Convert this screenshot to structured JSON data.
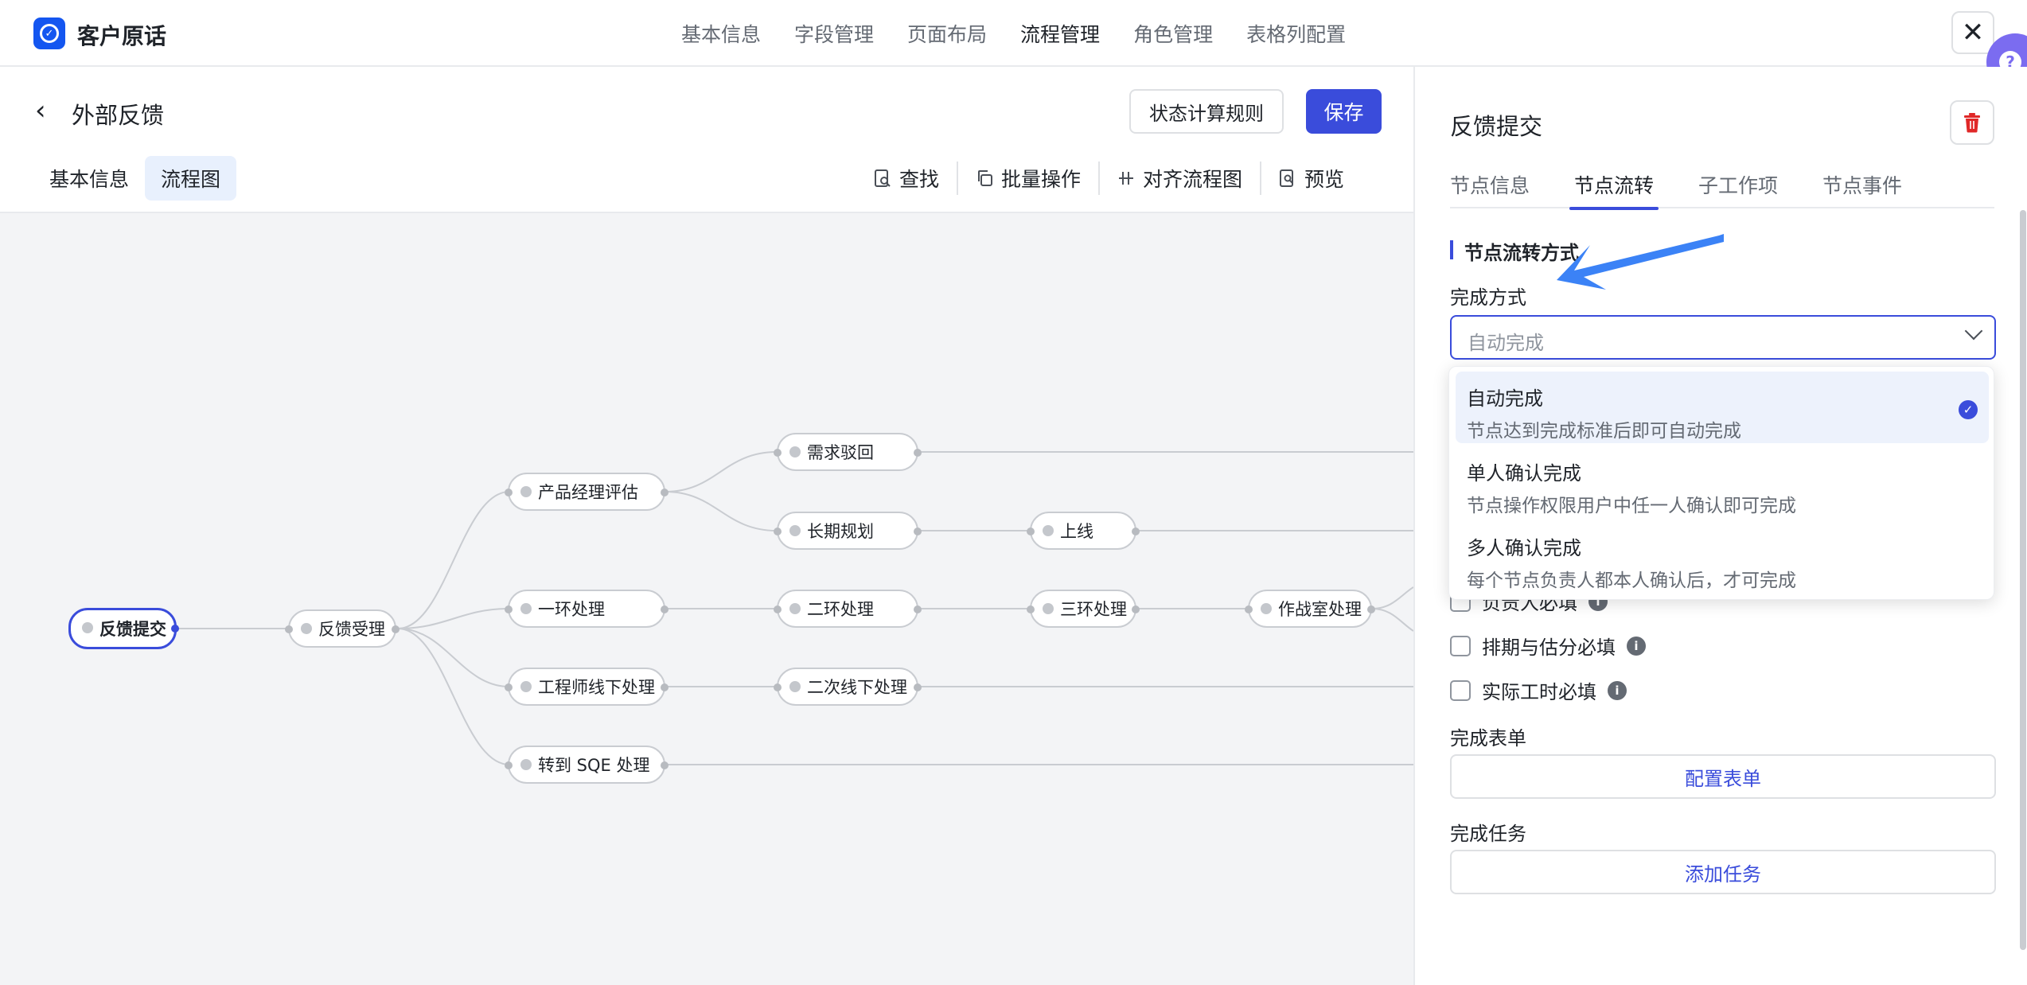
{
  "app": {
    "title": "客户原话"
  },
  "top_nav": [
    {
      "label": "基本信息",
      "active": false
    },
    {
      "label": "字段管理",
      "active": false
    },
    {
      "label": "页面布局",
      "active": false
    },
    {
      "label": "流程管理",
      "active": true
    },
    {
      "label": "角色管理",
      "active": false
    },
    {
      "label": "表格列配置",
      "active": false
    }
  ],
  "header": {
    "title": "外部反馈",
    "rule_button": "状态计算规则",
    "save_button": "保存"
  },
  "sub_tabs": [
    {
      "label": "基本信息",
      "active": false
    },
    {
      "label": "流程图",
      "active": true
    }
  ],
  "toolbar": {
    "find": "查找",
    "batch": "批量操作",
    "align": "对齐流程图",
    "preview": "预览"
  },
  "flow_nodes": {
    "submit": "反馈提交",
    "accept": "反馈受理",
    "pm_eval": "产品经理评估",
    "reject": "需求驳回",
    "long_plan": "长期规划",
    "online": "上线",
    "level1": "一环处理",
    "level2": "二环处理",
    "level3": "三环处理",
    "warroom": "作战室处理",
    "offline": "工程师线下处理",
    "offline2": "二次线下处理",
    "sqe": "转到 SQE 处理"
  },
  "panel": {
    "title": "反馈提交",
    "tabs": [
      {
        "label": "节点信息",
        "active": false
      },
      {
        "label": "节点流转",
        "active": true
      },
      {
        "label": "子工作项",
        "active": false
      },
      {
        "label": "节点事件",
        "active": false
      }
    ],
    "section_title": "节点流转方式",
    "complete_mode_label": "完成方式",
    "complete_mode_placeholder": "自动完成",
    "options": [
      {
        "title": "自动完成",
        "desc": "节点达到完成标准后即可自动完成",
        "selected": true
      },
      {
        "title": "单人确认完成",
        "desc": "节点操作权限用户中任一人确认即可完成",
        "selected": false
      },
      {
        "title": "多人确认完成",
        "desc": "每个节点负责人都本人确认后，才可完成",
        "selected": false
      }
    ],
    "checkbox_owner": "负责人必填",
    "checkbox_schedule": "排期与估分必填",
    "checkbox_hours": "实际工时必填",
    "form_label": "完成表单",
    "form_button": "配置表单",
    "task_label": "完成任务",
    "task_button": "添加任务"
  },
  "colors": {
    "brand": "#1456f0",
    "primary": "#3a4cdb",
    "help": "#7b6cf0",
    "annotation_arrow": "#3b82f6",
    "delete": "#e02828"
  }
}
